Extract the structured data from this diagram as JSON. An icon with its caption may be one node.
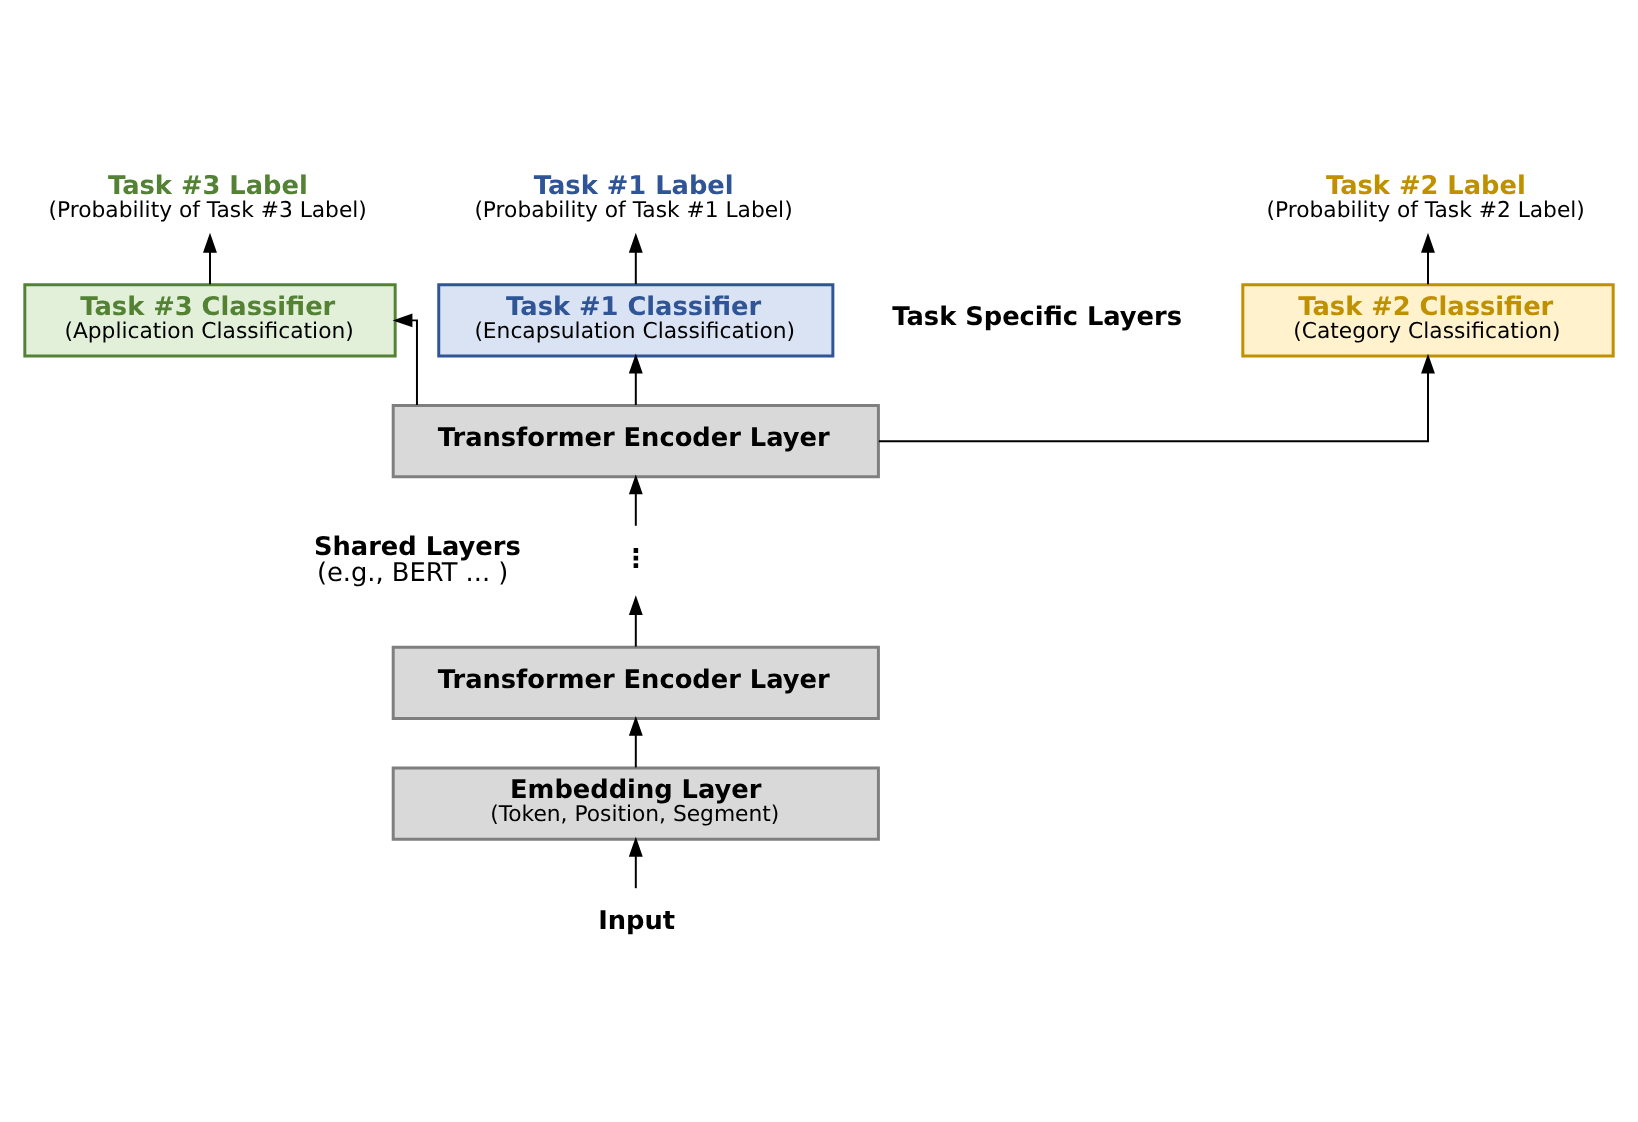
{
  "diagram": {
    "nodes": [
      {
        "text": [
          "Input"
        ]
      },
      {
        "text": [
          "Embedding Layer",
          "(Token, Position, Segment)"
        ]
      },
      {
        "text": [
          "Transformer Encoder Layer"
        ]
      },
      {
        "text": [
          "⋮"
        ]
      },
      {
        "text": [
          "Transformer Encoder Layer"
        ]
      },
      {
        "text": [
          "Task #1 Classifier",
          "(Encapsulation Classification)"
        ]
      },
      {
        "text": [
          "Task #2 Classifier",
          "(Category Classification)"
        ]
      },
      {
        "text": [
          "Task #3 Classifier",
          "(Application Classification)"
        ]
      },
      {
        "text": [
          "Task #1 Label",
          "(Probability of Task #1 Label)"
        ]
      },
      {
        "text": [
          "Task #2 Label",
          "(Probability of Task #2 Label)"
        ]
      },
      {
        "text": [
          "Task #3 Label",
          "(Probability of Task #3 Label)"
        ]
      }
    ],
    "edges": [
      {
        "from": 0,
        "to": 1,
        "arrow": "to"
      },
      {
        "from": 1,
        "to": 2,
        "arrow": "to"
      },
      {
        "from": 2,
        "to": 3,
        "arrow": "to"
      },
      {
        "from": 3,
        "to": 4,
        "arrow": "to"
      },
      {
        "from": 4,
        "to": 5,
        "arrow": "to"
      },
      {
        "from": 4,
        "to": 6,
        "arrow": "to"
      },
      {
        "from": 4,
        "to": 7,
        "arrow": "to"
      },
      {
        "from": 5,
        "to": 8,
        "arrow": "to"
      },
      {
        "from": 6,
        "to": 9,
        "arrow": "to"
      },
      {
        "from": 7,
        "to": 10,
        "arrow": "to"
      }
    ],
    "labels": [
      "Task Specific Layers",
      "Shared Layers",
      "(e.g., BERT ... )"
    ]
  }
}
